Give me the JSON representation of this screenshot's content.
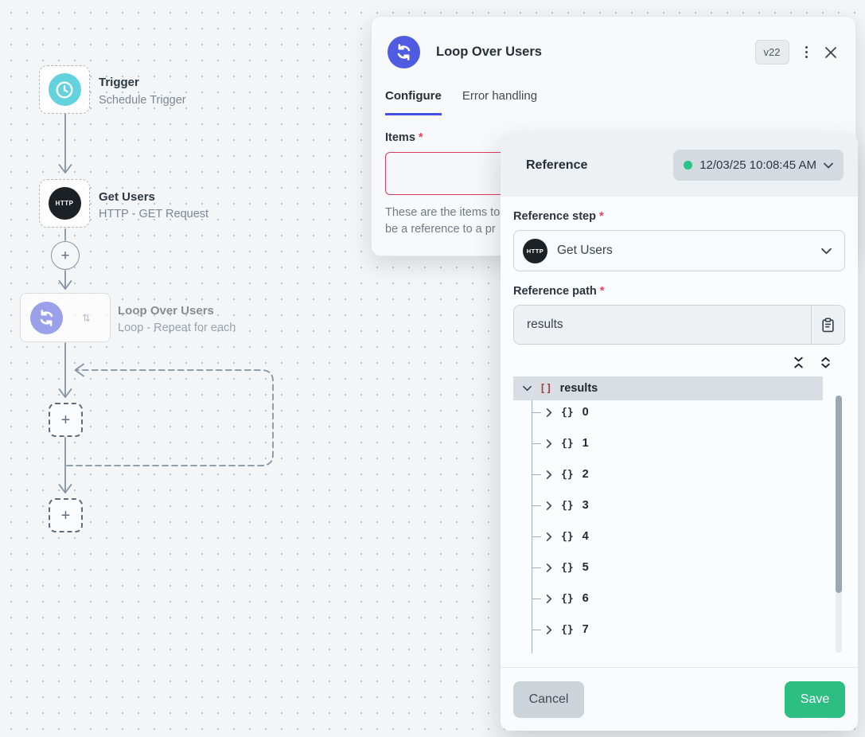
{
  "canvas": {
    "nodes": {
      "trigger": {
        "title": "Trigger",
        "subtitle": "Schedule Trigger"
      },
      "get_users": {
        "title": "Get Users",
        "subtitle": "HTTP - GET Request",
        "icon_label": "HTTP"
      },
      "loop": {
        "title": "Loop Over Users",
        "subtitle": "Loop - Repeat for each"
      }
    },
    "plus_symbol": "+"
  },
  "modal": {
    "title": "Loop Over Users",
    "version_badge": "v22",
    "tabs": {
      "configure": "Configure",
      "error_handling": "Error handling"
    },
    "items_label": "Items",
    "required_marker": "*",
    "items_value": "",
    "helper_line1": "These are the items to",
    "helper_line2": "be a reference to a pr"
  },
  "reference_panel": {
    "title": "Reference",
    "run_selector": {
      "timestamp": "12/03/25 10:08:45 AM",
      "status_color": "#27c487"
    },
    "reference_step_label": "Reference step",
    "step_value": "Get Users",
    "step_icon_label": "HTTP",
    "reference_path_label": "Reference path",
    "path_value": "results",
    "tree": {
      "root": {
        "type_symbol": "[]",
        "label": "results"
      },
      "children": [
        {
          "type_symbol": "{}",
          "label": "0"
        },
        {
          "type_symbol": "{}",
          "label": "1"
        },
        {
          "type_symbol": "{}",
          "label": "2"
        },
        {
          "type_symbol": "{}",
          "label": "3"
        },
        {
          "type_symbol": "{}",
          "label": "4"
        },
        {
          "type_symbol": "{}",
          "label": "5"
        },
        {
          "type_symbol": "{}",
          "label": "6"
        },
        {
          "type_symbol": "{}",
          "label": "7"
        }
      ]
    },
    "footer": {
      "cancel_label": "Cancel",
      "save_label": "Save"
    }
  },
  "colors": {
    "accent_indigo": "#4f5be0",
    "accent_green": "#2dbe84",
    "error_red": "#dd3b5f",
    "node_teal": "#62d3dc",
    "connector_gray": "#8494a4"
  }
}
